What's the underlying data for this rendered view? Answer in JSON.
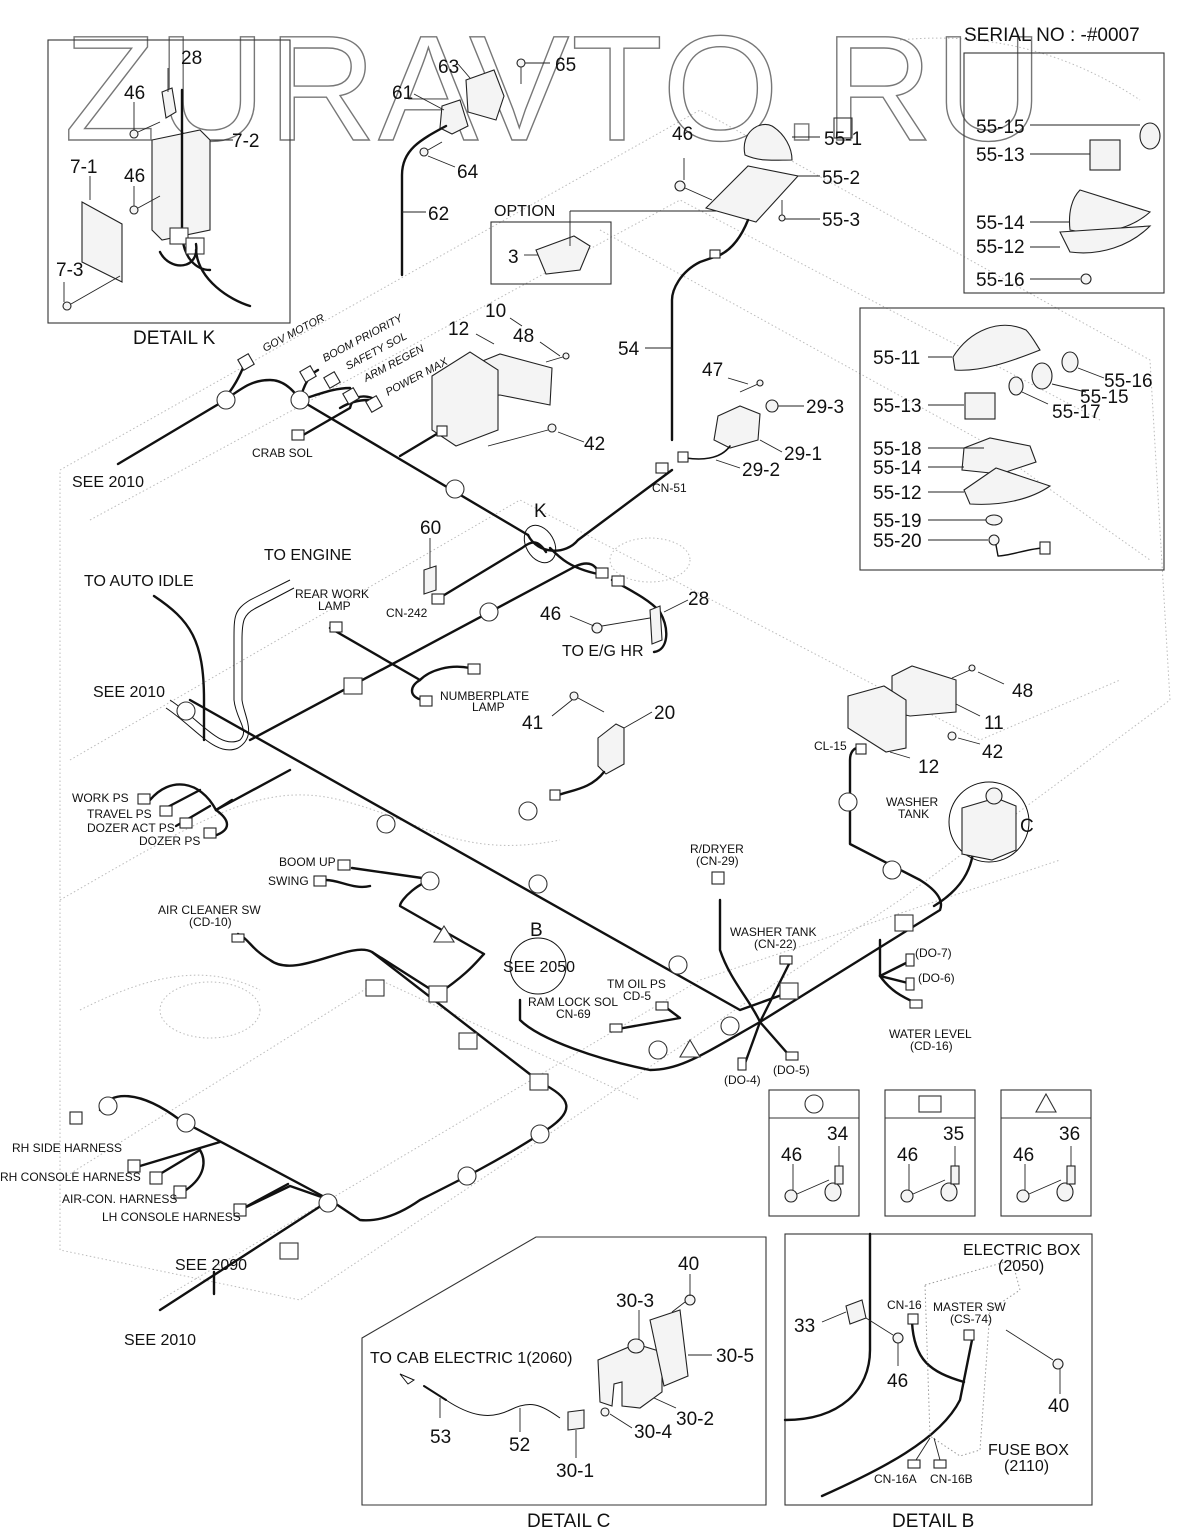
{
  "watermark": "ZURAVTO.RU",
  "serial_no": "SERIAL NO : -#0007",
  "details": {
    "k": {
      "title": "DETAIL K",
      "callouts": [
        "28",
        "46",
        "7-2",
        "7-1",
        "46",
        "7-3"
      ]
    },
    "c": {
      "title": "DETAIL C",
      "note": "TO CAB ELECTRIC 1(2060)",
      "callouts": [
        "40",
        "30-3",
        "30-5",
        "30-2",
        "30-4",
        "30-1",
        "52",
        "53"
      ]
    },
    "b": {
      "title": "DETAIL B",
      "electric_box": "ELECTRIC BOX",
      "electric_box_ref": "(2050)",
      "fuse_box": "FUSE BOX",
      "fuse_box_ref": "(2110)",
      "master_sw": "MASTER SW",
      "master_sw_ref": "(CS-74)",
      "connectors": [
        "CN-16",
        "CN-16A",
        "CN-16B"
      ],
      "callouts": [
        "33",
        "46",
        "40"
      ]
    },
    "option": {
      "title": "OPTION",
      "callout": "3"
    },
    "beacon_top": {
      "callouts": [
        "55-15",
        "55-13",
        "55-14",
        "55-12",
        "55-16"
      ]
    },
    "beacon_exploded": {
      "callouts": [
        "55-11",
        "55-16",
        "55-15",
        "55-17",
        "55-13",
        "55-18",
        "55-14",
        "55-12",
        "55-19",
        "55-20"
      ]
    }
  },
  "callouts": {
    "c63": "63",
    "c65": "65",
    "c61": "61",
    "c64": "64",
    "c62": "62",
    "c46a": "46",
    "c551": "55-1",
    "c552": "55-2",
    "c553": "55-3",
    "c10": "10",
    "c12a": "12",
    "c48a": "48",
    "c42a": "42",
    "c54": "54",
    "c47": "47",
    "c293": "29-3",
    "c291": "29-1",
    "c292": "29-2",
    "cK": "K",
    "c60": "60",
    "c28": "28",
    "c46b": "46",
    "c41": "41",
    "c20": "20",
    "c48b": "48",
    "c11": "11",
    "c42b": "42",
    "c12b": "12",
    "cC": "C",
    "cB": "B"
  },
  "harness_labels": {
    "gov_motor": "GOV MOTOR",
    "boom_priority": "BOOM PRIORITY",
    "safety_sol": "SAFETY SOL",
    "arm_regen": "ARM REGEN",
    "power_max": "POWER MAX",
    "crab_sol": "CRAB SOL",
    "see_2010_a": "SEE 2010",
    "see_2010_b": "SEE 2010",
    "see_2010_c": "SEE 2010",
    "see_2090": "SEE 2090",
    "see_2050": "SEE 2050",
    "cn51": "CN-51",
    "cn242": "CN-242",
    "to_engine": "TO ENGINE",
    "to_auto_idle": "TO AUTO IDLE",
    "rear_work_lamp_1": "REAR WORK",
    "rear_work_lamp_2": "LAMP",
    "numberplate_1": "NUMBERPLATE",
    "numberplate_2": "LAMP",
    "to_eg_hr": "TO E/G HR",
    "cl15": "CL-15",
    "washer_tank_1": "WASHER",
    "washer_tank_2": "TANK",
    "work_ps": "WORK PS",
    "travel_ps": "TRAVEL PS",
    "dozer_act_ps": "DOZER ACT PS",
    "dozer_ps": "DOZER PS",
    "boom_up": "BOOM UP",
    "swing": "SWING",
    "air_cleaner_1": "AIR CLEANER SW",
    "air_cleaner_2": "(CD-10)",
    "rdryer_1": "R/DRYER",
    "rdryer_2": "(CN-29)",
    "washer_cn22_1": "WASHER TANK",
    "washer_cn22_2": "(CN-22)",
    "tm_oil_1": "TM OIL PS",
    "tm_oil_2": "CD-5",
    "ram_lock_1": "RAM LOCK SOL",
    "ram_lock_2": "CN-69",
    "do7": "(DO-7)",
    "do6": "(DO-6)",
    "do5": "(DO-5)",
    "do4": "(DO-4)",
    "water_level_1": "WATER LEVEL",
    "water_level_2": "(CD-16)",
    "rh_side": "RH SIDE HARNESS",
    "rh_console": "RH CONSOLE HARNESS",
    "aircon": "AIR-CON. HARNESS",
    "lh_console": "LH CONSOLE HARNESS"
  },
  "clamp_legend": [
    {
      "symbol": "circle",
      "bolt": "46",
      "clamp": "34"
    },
    {
      "symbol": "square",
      "bolt": "46",
      "clamp": "35"
    },
    {
      "symbol": "triangle",
      "bolt": "46",
      "clamp": "36"
    }
  ]
}
